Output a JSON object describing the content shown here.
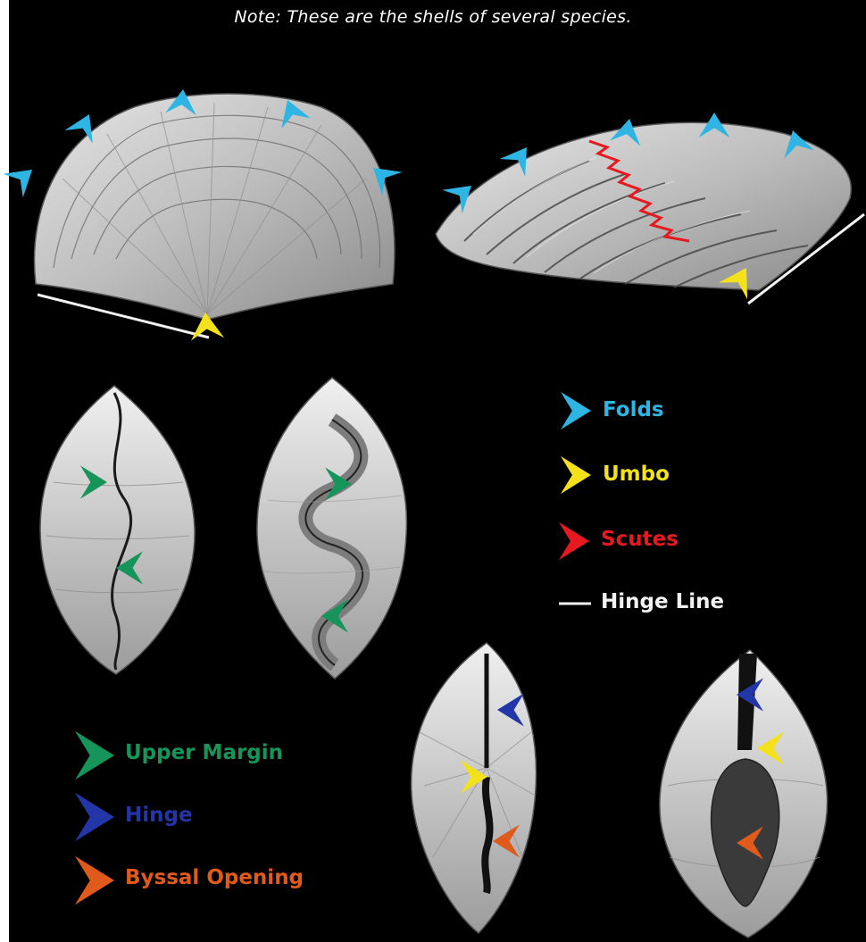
{
  "note": "Note: These are the shells of several species.",
  "colors": {
    "background": "#000000",
    "folds": "#2fb5e3",
    "umbo": "#f3e21b",
    "scutes": "#e5191f",
    "hinge_line": "#f2f2f2",
    "upper_margin": "#16955a",
    "hinge": "#2236a8",
    "byssal_opening": "#e05a1c"
  },
  "legend_right": [
    {
      "key": "folds",
      "label": "Folds",
      "icon": "arrowhead-icon"
    },
    {
      "key": "umbo",
      "label": "Umbo",
      "icon": "arrowhead-icon"
    },
    {
      "key": "scutes",
      "label": "Scutes",
      "icon": "arrowhead-icon"
    },
    {
      "key": "hinge_line",
      "label": "Hinge Line",
      "icon": "line-icon"
    }
  ],
  "legend_left": [
    {
      "key": "upper_margin",
      "label": "Upper Margin",
      "icon": "arrowhead-icon"
    },
    {
      "key": "hinge",
      "label": "Hinge",
      "icon": "arrowhead-icon"
    },
    {
      "key": "byssal_opening",
      "label": "Byssal Opening",
      "icon": "arrowhead-icon"
    }
  ],
  "shells": [
    "fan-shell-outer-view",
    "ridged-shell-oblique-view",
    "shell-top-view-wavy-margin",
    "shell-top-view-deep-folds",
    "shell-hinge-view-narrow",
    "shell-hinge-view-wide-opening"
  ]
}
